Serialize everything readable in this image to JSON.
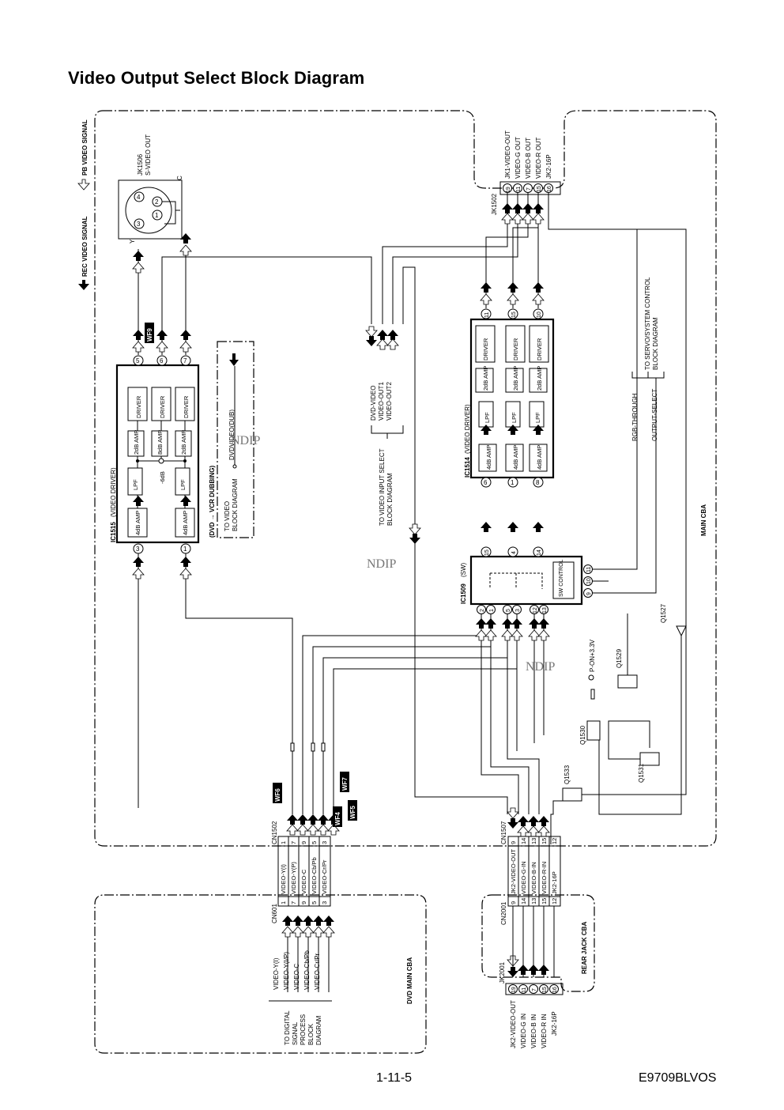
{
  "title": "Video Output Select Block Diagram",
  "legend": {
    "rec": "REC VIDEO SIGNAL",
    "pb": "PB VIDEO SIGNAL"
  },
  "boards": {
    "main": "MAIN CBA",
    "dvd": "DVD MAIN CBA",
    "rear": "REAR JACK CBA"
  },
  "ic1515": {
    "title": "IC1515",
    "func": "(VIDEO DRIVER)",
    "in_pins": [
      "3",
      "1"
    ],
    "out_pins": [
      "5",
      "6",
      "7"
    ],
    "amp_in": "4dB AMP",
    "lpf": "LPF",
    "att": "-6dB",
    "amps": [
      "2dB AMP",
      "8dB AMP",
      "2dB AMP"
    ],
    "driver": "DRIVER"
  },
  "ic1514": {
    "title": "IC1514",
    "func": "(VIDEO DRIVER)",
    "in_pins": [
      "6",
      "1",
      "8"
    ],
    "out_pins": [
      "11",
      "15",
      "10"
    ],
    "amp_in": "4dB AMP",
    "lpf": "LPF",
    "amp_out": "2dB AMP",
    "driver": "DRIVER"
  },
  "ic1509": {
    "title": "IC1509",
    "func": "(SW)",
    "top_pins": [
      "15",
      "4",
      "14"
    ],
    "bottom_pins": [
      "2",
      "1",
      "5",
      "3",
      "12",
      "13"
    ],
    "ctrl_pins": [
      "9",
      "10",
      "11"
    ],
    "ctrl_label": "SW CONTROL"
  },
  "jk1506": {
    "name": "JK1506",
    "desc": "S-VIDEO OUT",
    "pins": [
      "4",
      "2",
      "3",
      "1"
    ],
    "c": "C",
    "y": "Y"
  },
  "jk1502": {
    "name": "JK1502",
    "pins": [
      "19",
      "11",
      "7",
      "15",
      "16"
    ],
    "labels": [
      "JK1-VIDEO-OUT",
      "VIDEO-G OUT",
      "VIDEO-B OUT",
      "VIDEO-R OUT",
      "JK2-16P"
    ]
  },
  "dub": {
    "title": "(DVD → VCR DUBBING)",
    "to1": "TO VIDEO",
    "to2": "BLOCK DIAGRAM",
    "signal": "DVDVIDEO(DUB)"
  },
  "video_input": {
    "signals": [
      "DVD-VIDEO",
      "VIDEO-OUT1",
      "VIDEO-OUT2"
    ],
    "to1": "TO VIDEO INPUT SELECT",
    "to2": "BLOCK DIAGRAM"
  },
  "servo": {
    "to1": "TO SERVO/SYSTEM CONTROL",
    "to2": "BLOCK DIAGRAM",
    "sig1": "RGB-THROUGH",
    "sig2": "OUTPUT-SELECT"
  },
  "cn1502": {
    "name": "CN1502",
    "nums": [
      "1",
      "7",
      "9",
      "5",
      "3"
    ],
    "signals": [
      "VIDEO-Y(I)",
      "VIDEO-Y(P)",
      "VIDEO-C",
      "VIDEO-Cb/Pb",
      "VIDEO-Cr/Pr"
    ]
  },
  "cn601": {
    "name": "CN601",
    "nums": [
      "1",
      "7",
      "9",
      "5",
      "3"
    ]
  },
  "dvd_signals": {
    "names": [
      "VIDEO-Y(I)",
      "VIDEO-Y(I/P)",
      "VIDEO-C",
      "VIDEO-Cb/Pb",
      "VIDEO-Cr/Pr"
    ],
    "to": [
      "TO DIGITAL",
      "SIGNAL",
      "PROCESS",
      "BLOCK",
      "DIAGRAM"
    ]
  },
  "cn1507": {
    "name": "CN1507",
    "nums": [
      "9",
      "14",
      "13",
      "15",
      "12"
    ],
    "signals": [
      "JK2-VIDEO-OUT",
      "VIDEO-G-IN",
      "VIDEO-B-IN",
      "VIDEO-R-IN",
      "JK2-16P"
    ]
  },
  "cn2001": {
    "name": "CN2001",
    "nums": [
      "9",
      "14",
      "13",
      "15",
      "12"
    ]
  },
  "jk2001": {
    "name": "JK2001",
    "pins": [
      "19",
      "11",
      "7",
      "15",
      "16"
    ],
    "labels": [
      "JK2-VIDEO-OUT",
      "VIDEO-G IN",
      "VIDEO-B IN",
      "VIDEO-R IN",
      "JK2-16P"
    ]
  },
  "transistors": {
    "q1527": "Q1527",
    "q1529": "Q1529",
    "q1530": "Q1530",
    "q1531": "Q1531",
    "q1533": "Q1533"
  },
  "pon": "P-ON+3.3V",
  "wf": [
    "WF9",
    "WF6",
    "WF7",
    "WF4",
    "WF5"
  ],
  "watermark": "NDIP",
  "page_number": "1-11-5",
  "doc_code": "E9709BLVOS"
}
